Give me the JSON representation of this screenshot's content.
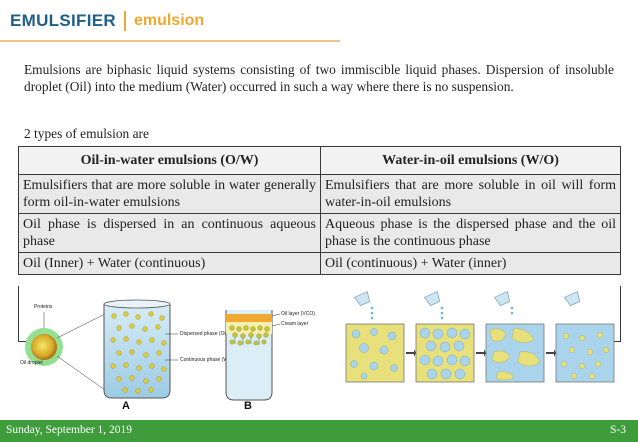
{
  "header": {
    "title": "EMULSIFIER",
    "subtitle": "emulsion"
  },
  "intro": "Emulsions are biphasic liquid systems consisting of two immiscible liquid phases. Dispersion of insoluble droplet (Oil) into the medium (Water) occurred in such a way where there is no suspension.",
  "types_line": "2 types of emulsion are",
  "table": {
    "headers": [
      "Oil-in-water emulsions (O/W)",
      "Water-in-oil emulsions (W/O)"
    ],
    "rows": [
      [
        "Emulsifiers that are more soluble in water generally form oil-in-water emulsions",
        "Emulsifiers that are more soluble in oil will form water-in-oil emulsions"
      ],
      [
        "Oil phase is dispersed in an continuous aqueous phase",
        "Aqueous phase is the dispersed phase and the oil phase is the continuous phase"
      ],
      [
        "Oil (Inner) + Water (continuous)",
        "Oil (continuous) + Water (inner)"
      ]
    ]
  },
  "figure": {
    "label_proteins": "Proteins",
    "label_oil_droplet": "Oil droplet",
    "label_dispersed": "Dispersed phase (Oil)",
    "label_continuous": "Continuous phase (Water)",
    "label_oil_layer": "Oil layer (VCO)",
    "label_cream": "Cream layer",
    "label_a": "A",
    "label_b": "B"
  },
  "footer": {
    "date": "Sunday, September 1, 2019",
    "page": "S-3"
  },
  "colors": {
    "title_blue": "#1f5f8b",
    "accent_orange": "#f0a830",
    "footer_green": "#3f9c3b",
    "emulsion_yellow": "#e8e07a",
    "droplet_blue": "#a9d4ec"
  }
}
